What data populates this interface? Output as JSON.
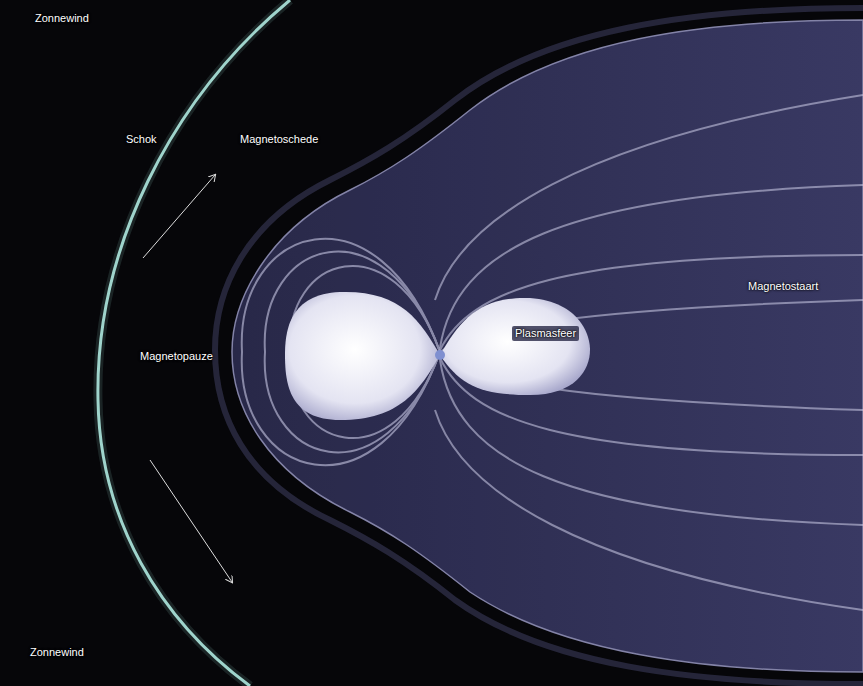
{
  "diagram": {
    "labels": [
      "Zonnewind",
      "Schok",
      "Magnetoschede",
      "Magnetopauze",
      "Plasmasfeer",
      "Magnetostaart",
      "Zonnewind"
    ]
  }
}
